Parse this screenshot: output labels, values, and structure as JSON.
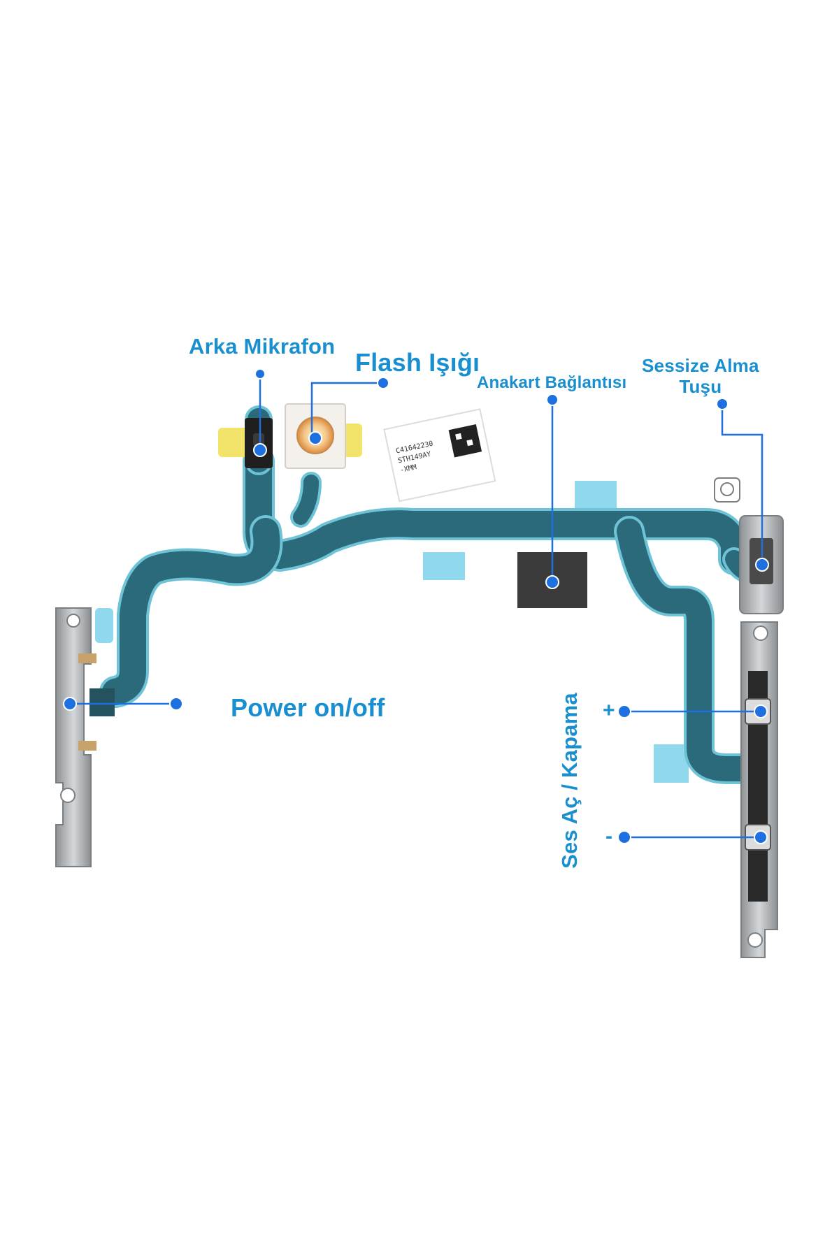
{
  "labels": {
    "rear_mic": "Arka Mikrafon",
    "flash": "Flash Işığı",
    "board_connection": "Anakart Bağlantısı",
    "silent_line1": "Sessize Alma",
    "silent_line2": "Tuşu",
    "power": "Power on/off",
    "volume": "Ses Aç / Kapama",
    "volume_up": "+",
    "volume_down": "-"
  },
  "sticker": {
    "line1": "C41642230",
    "line2": "STH149AY",
    "line3": "-XMM"
  },
  "colors": {
    "label_blue": "#1a8fd0",
    "marker_blue": "#1e6fe0",
    "flex_cable": "#2a6a7a",
    "flex_edge": "#6ec3d6",
    "metal": "#b9bcbf",
    "adhesive_yellow": "#f2e36b",
    "foam_blue": "#8fd8ee"
  }
}
